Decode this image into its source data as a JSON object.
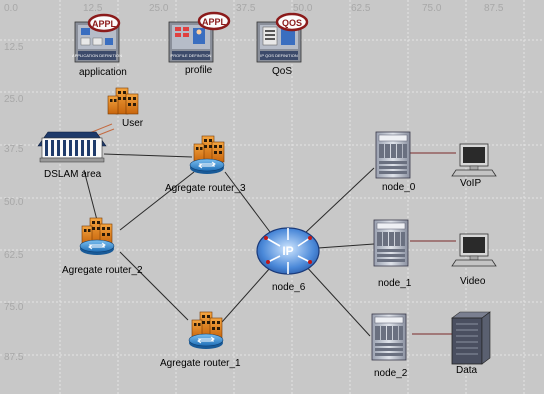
{
  "workspace": {
    "x_ticks": [
      "0.0",
      "12.5",
      "25.0",
      "37.5",
      "50.0",
      "62.5",
      "75.0",
      "87.5"
    ],
    "y_ticks": [
      "12.5",
      "25.0",
      "37.5",
      "50.0",
      "62.5",
      "75.0",
      "87.5"
    ]
  },
  "definitions": {
    "application": {
      "label": "application",
      "badge": "APPL",
      "caption": "APPLICATION DEFINITION"
    },
    "profile": {
      "label": "profile",
      "badge": "APPL",
      "caption": "PROFILE DEFINITION"
    },
    "qos": {
      "label": "QoS",
      "badge": "QOS",
      "caption": "IP QOS DEFINITION"
    }
  },
  "nodes": {
    "user": "User",
    "dslam": "DSLAM area",
    "router_3": "Agregate router_3",
    "router_2": "Agregate router_2",
    "router_1": "Agregate router_1",
    "node_6": "node_6",
    "node_0": "node_0",
    "node_1": "node_1",
    "node_2": "node_2",
    "voip": "VoIP",
    "video": "Video",
    "data": "Data"
  },
  "colors": {
    "background": "#c8c8c8",
    "grid": "#e4e4e4",
    "link": "#2a2a2a",
    "access_link": "#c46a40",
    "server_link": "#7a2a2a",
    "badge_ring": "#8b1a1a",
    "building": "#e88a20",
    "router": "#3a8ed0"
  },
  "icons": {
    "definition": "definition-panel-icon",
    "user": "building-icon",
    "dslam": "dslam-building-icon",
    "router": "router-building-icon",
    "ip_cloud": "ip-router-icon",
    "server": "server-rack-icon",
    "workstation": "workstation-icon",
    "storage": "storage-server-icon"
  }
}
